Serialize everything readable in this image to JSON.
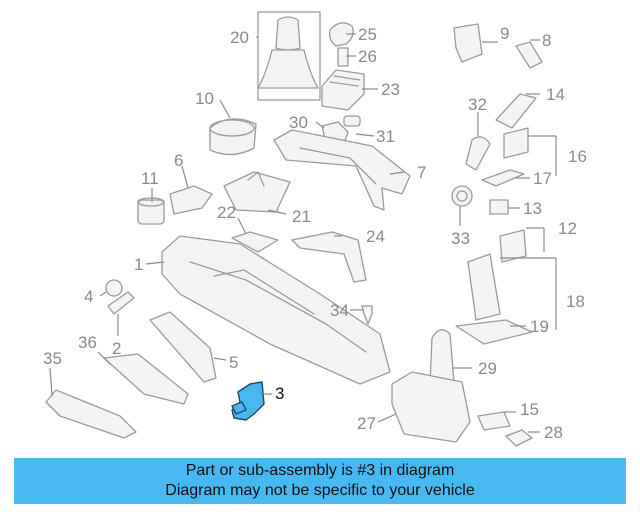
{
  "diagram": {
    "part_labels": [
      "1",
      "2",
      "3",
      "4",
      "5",
      "6",
      "7",
      "8",
      "9",
      "10",
      "11",
      "12",
      "13",
      "14",
      "15",
      "16",
      "17",
      "18",
      "19",
      "20",
      "21",
      "22",
      "23",
      "24",
      "25",
      "26",
      "27",
      "28",
      "29",
      "30",
      "31",
      "32",
      "33",
      "34",
      "35",
      "36"
    ],
    "highlighted_part": "3",
    "highlight_color": "#48b8f0",
    "line_color": "#9a9a9a"
  },
  "banner": {
    "line1": "Part or sub-assembly is #3 in diagram",
    "line2": "Diagram may not be specific to your vehicle",
    "background": "#48b8f0"
  }
}
